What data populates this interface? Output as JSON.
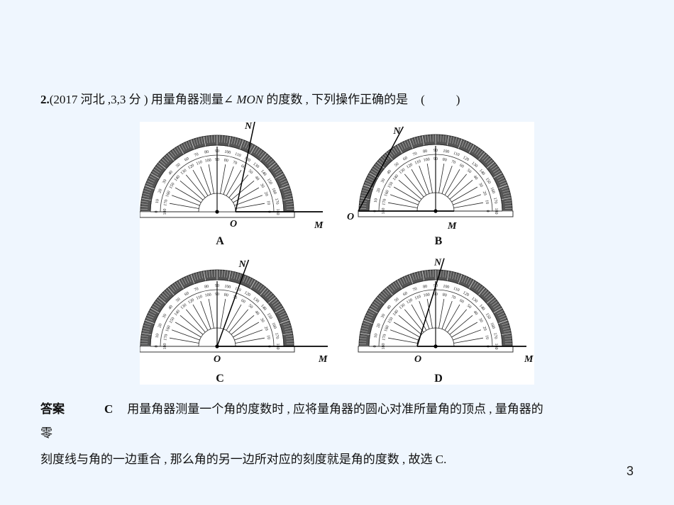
{
  "question": {
    "number": "2.",
    "source": "(2017 河北 ,3,3 分 )",
    "text_before": " 用量角器测量∠ ",
    "angle_name": "MON",
    "text_after": " 的度数 , 下列操作正确的是",
    "paren_open": "(",
    "paren_close": ")"
  },
  "figure": {
    "panels": [
      {
        "id": "A",
        "caption": "A",
        "label_O": "O",
        "label_M": "M",
        "label_N": "N"
      },
      {
        "id": "B",
        "caption": "B",
        "label_O": "O",
        "label_M": "M",
        "label_N": "N"
      },
      {
        "id": "C",
        "caption": "C",
        "label_O": "O",
        "label_M": "M",
        "label_N": "N"
      },
      {
        "id": "D",
        "caption": "D",
        "label_O": "O",
        "label_M": "M",
        "label_N": "N"
      }
    ],
    "outer_scale": [
      "0",
      "10",
      "20",
      "30",
      "40",
      "50",
      "60",
      "70",
      "80",
      "90",
      "100",
      "110",
      "120",
      "130",
      "140",
      "150",
      "160",
      "170",
      "180"
    ],
    "inner_scale": [
      "180",
      "170",
      "160",
      "150",
      "140",
      "130",
      "120",
      "110",
      "100",
      "90",
      "80",
      "70",
      "60",
      "50",
      "40",
      "30",
      "20",
      "10",
      "0"
    ]
  },
  "answer": {
    "label": "答案",
    "choice": "C",
    "line1": "用量角器测量一个角的度数时 , 应将量角器的圆心对准所量角的顶点 , 量角器的",
    "line2": "零",
    "line3": "刻度线与角的一边重合 , 那么角的另一边所对应的刻度就是角的度数 , 故选 C."
  },
  "page": {
    "number": "3"
  }
}
